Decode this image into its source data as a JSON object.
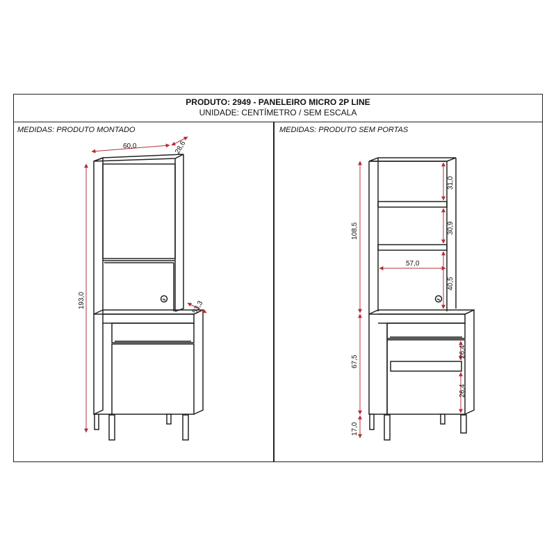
{
  "header": {
    "product_line": "PRODUTO: 2949 - PANELEIRO MICRO 2P LINE",
    "unit_line": "UNIDADE: CENTÍMETRO / SEM ESCALA"
  },
  "left_panel": {
    "label": "MEDIDAS: PRODUTO MONTADO",
    "dimensions": {
      "width": "60,0",
      "depth_top": "28,6",
      "height_total": "193,0",
      "depth_base": "53,3"
    }
  },
  "right_panel": {
    "label": "MEDIDAS: PRODUTO SEM PORTAS",
    "dimensions": {
      "upper_height": "108,5",
      "lower_height": "67,5",
      "feet_height": "17,0",
      "shelf_1": "31,0",
      "shelf_2": "30,9",
      "micro_niche": "40,5",
      "inner_width": "57,0",
      "lower_shelf_1": "26,4",
      "lower_shelf_2": "26,4"
    }
  },
  "colors": {
    "line": "#222222",
    "dimension": "#b0303a"
  }
}
